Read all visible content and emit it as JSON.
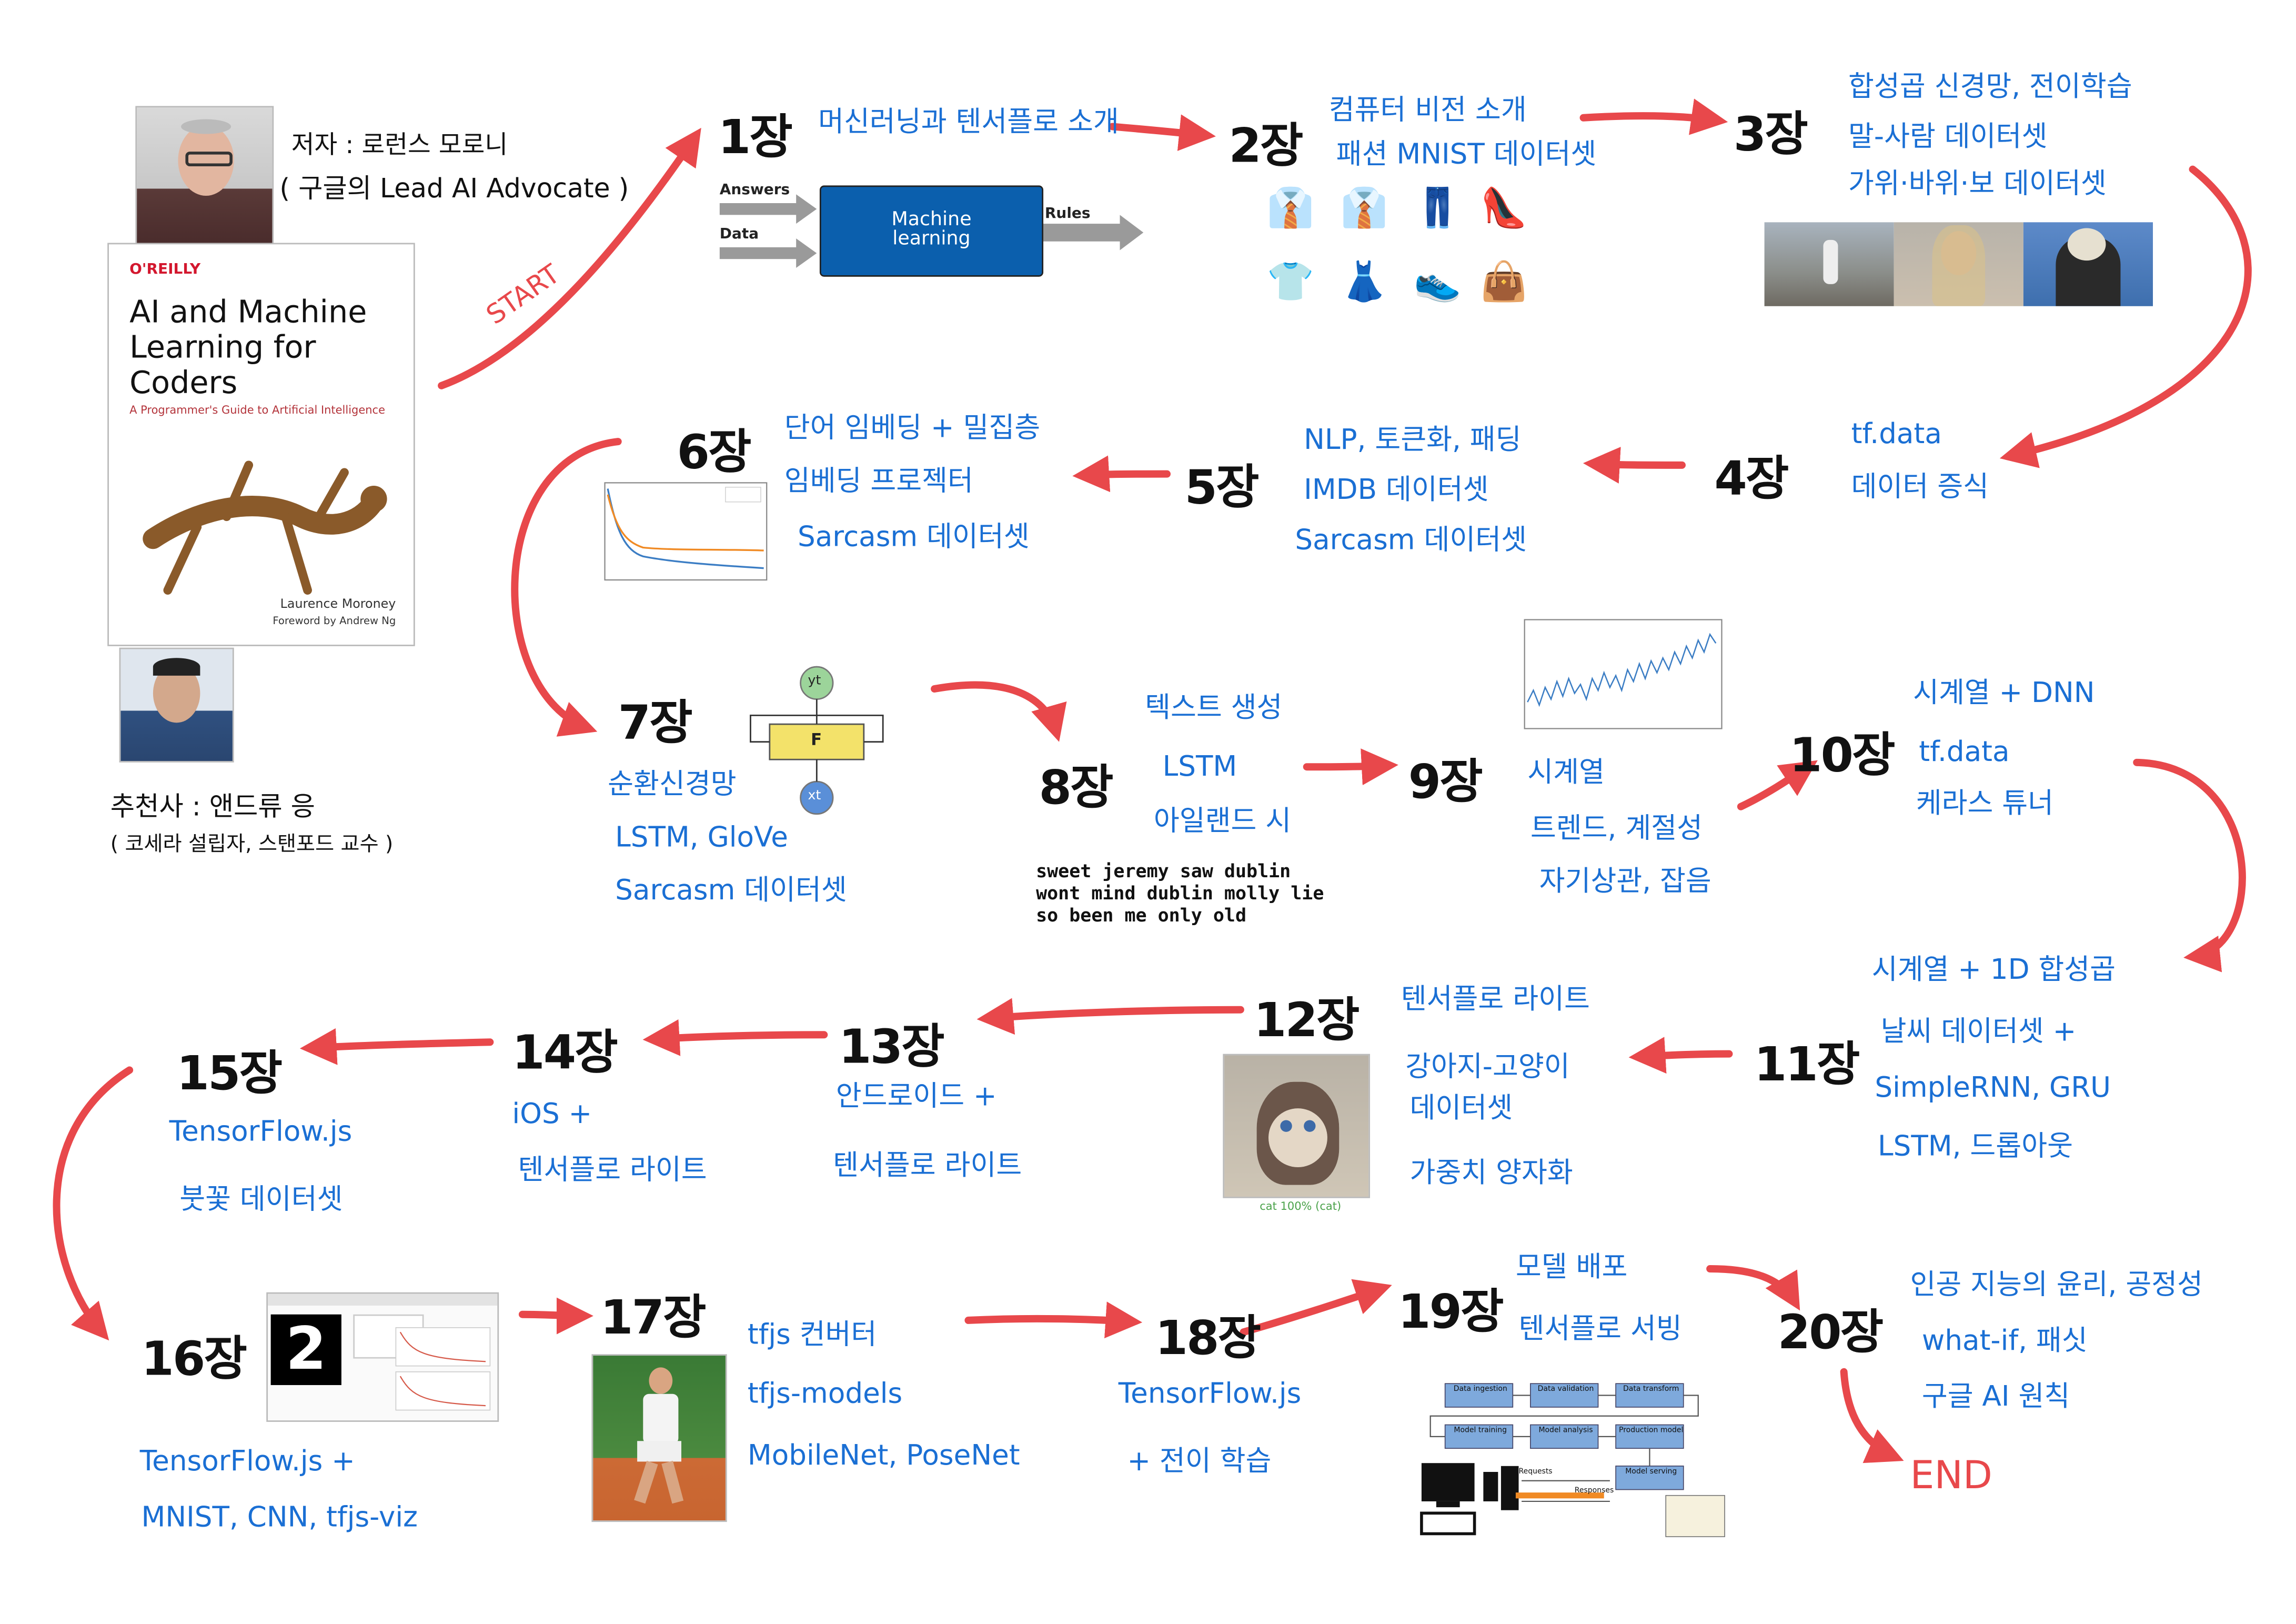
{
  "author": {
    "name_line": "저자 : 로런스 모로니",
    "role_line": "( 구글의 Lead AI Advocate )"
  },
  "recommender": {
    "name_line": "추천사 : 앤드류 응",
    "role_line": "( 코세라 설립자, 스탠포드 교수 )"
  },
  "book": {
    "publisher": "O'REILLY",
    "title_lines": [
      "AI and Machine",
      "Learning for",
      "Coders"
    ],
    "subtitle": "A Programmer's Guide to Artificial Intelligence",
    "author": "Laurence Moroney",
    "foreword": "Foreword by Andrew Ng"
  },
  "start_label": "START",
  "end_label": "END",
  "ml_diagram": {
    "inputs": [
      "Answers",
      "Data"
    ],
    "box_lines": [
      "Machine",
      "learning"
    ],
    "output": "Rules"
  },
  "rnn_cell": {
    "output": "yt",
    "cell": "F",
    "input": "xt"
  },
  "poem_lines": [
    "sweet jeremy saw dublin",
    "wont mind dublin molly lie",
    "so been me only old"
  ],
  "cat_caption": "cat 100% (cat)",
  "mnist_digit": "2",
  "pipeline": {
    "row1": [
      "Data ingestion",
      "Data validation",
      "Data transform"
    ],
    "row2": [
      "Model training",
      "Model analysis",
      "Production model"
    ],
    "serving": "Model serving",
    "requests": "Requests",
    "responses": "Responses"
  },
  "chapters": [
    {
      "label": "1장",
      "lines": [
        "머신러닝과 텐서플로 소개"
      ]
    },
    {
      "label": "2장",
      "lines": [
        "컴퓨터 비전 소개",
        "패션 MNIST 데이터셋"
      ]
    },
    {
      "label": "3장",
      "lines": [
        "합성곱 신경망, 전이학습",
        "말-사람 데이터셋",
        "가위·바위·보 데이터셋"
      ]
    },
    {
      "label": "4장",
      "lines": [
        "tf.data",
        "데이터 증식"
      ]
    },
    {
      "label": "5장",
      "lines": [
        "NLP, 토큰화, 패딩",
        "IMDB 데이터셋",
        "Sarcasm 데이터셋"
      ]
    },
    {
      "label": "6장",
      "lines": [
        "단어 임베딩 + 밀집층",
        "임베딩 프로젝터",
        "Sarcasm 데이터셋"
      ]
    },
    {
      "label": "7장",
      "lines": [
        "순환신경망",
        "LSTM, GloVe",
        "Sarcasm 데이터셋"
      ]
    },
    {
      "label": "8장",
      "lines": [
        "텍스트 생성",
        "LSTM",
        "아일랜드 시"
      ]
    },
    {
      "label": "9장",
      "lines": [
        "시계열",
        "트렌드, 계절성",
        "자기상관, 잡음"
      ]
    },
    {
      "label": "10장",
      "lines": [
        "시계열 + DNN",
        "tf.data",
        "케라스 튜너"
      ]
    },
    {
      "label": "11장",
      "lines": [
        "시계열 + 1D 합성곱",
        "날씨 데이터셋 +",
        "SimpleRNN, GRU",
        "LSTM, 드롭아웃"
      ]
    },
    {
      "label": "12장",
      "lines": [
        "텐서플로 라이트",
        "강아지-고양이",
        "데이터셋",
        "가중치 양자화"
      ]
    },
    {
      "label": "13장",
      "lines": [
        "안드로이드 +",
        "텐서플로 라이트"
      ]
    },
    {
      "label": "14장",
      "lines": [
        "iOS +",
        "텐서플로 라이트"
      ]
    },
    {
      "label": "15장",
      "lines": [
        "TensorFlow.js",
        "붓꽃 데이터셋"
      ]
    },
    {
      "label": "16장",
      "lines": [
        "TensorFlow.js +",
        "MNIST, CNN, tfjs-viz"
      ]
    },
    {
      "label": "17장",
      "lines": [
        "tfjs 컨버터",
        "tfjs-models",
        "MobileNet, PoseNet"
      ]
    },
    {
      "label": "18장",
      "lines": [
        "TensorFlow.js",
        "+ 전이 학습"
      ]
    },
    {
      "label": "19장",
      "lines": [
        "모델 배포",
        "텐서플로 서빙"
      ]
    },
    {
      "label": "20장",
      "lines": [
        "인공 지능의 윤리, 공정성",
        "what-if, 패싯",
        "구글 AI 원칙"
      ]
    }
  ],
  "colors": {
    "arrow": "#e8484b",
    "text_blue": "#1a6fd4",
    "box_blue": "#0b5fad",
    "title_black": "#111111"
  },
  "icons": [
    "shirt-icon",
    "tie-shirt-icon",
    "jeans-icon",
    "high-heel-icon",
    "tshirt-icon",
    "dress-icon",
    "sneaker-icon",
    "handbag-icon"
  ]
}
